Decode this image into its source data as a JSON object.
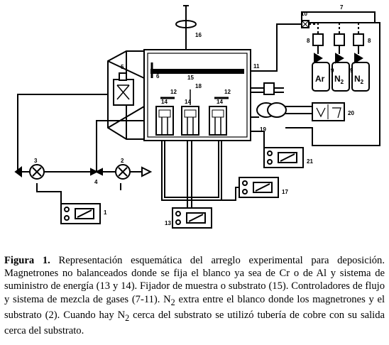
{
  "figure": {
    "labels": {
      "n1": "1",
      "n2": "2",
      "n3": "3",
      "n4": "4",
      "n5": "5",
      "n6": "6",
      "n7": "7",
      "n8a": "8",
      "n8b": "8",
      "n9a": "9",
      "n9b": "9",
      "n10": "10",
      "n11": "11",
      "n12a": "12",
      "n12b": "12",
      "n13": "13",
      "n14a": "14",
      "n14b": "14",
      "n14c": "14",
      "n15": "15",
      "n16": "16",
      "n17": "17",
      "n18": "18",
      "n19": "19",
      "n20": "20",
      "n21": "21"
    },
    "gases": {
      "ar": "Ar",
      "n2a": "N",
      "n2b": "N",
      "sub": "2"
    }
  },
  "caption": {
    "label": "Figura 1.",
    "part1": " Representación esquemática del arreglo experimental para deposición. Magnetrones no balanceados donde se fija el blanco ya sea de Cr o de Al y sistema de suministro de energía (13 y 14). Fijador de muestra o substrato (15). Controladores de flujo y sistema de mezcla de gases (7-11). N",
    "sub": "2",
    "part2": " extra entre el blanco donde los magnetrones y el substrato (2). Cuando hay N",
    "sub2": "2",
    "part3": " cerca del substrato se utilizó tubería de cobre con su salida cerca del substrato."
  }
}
